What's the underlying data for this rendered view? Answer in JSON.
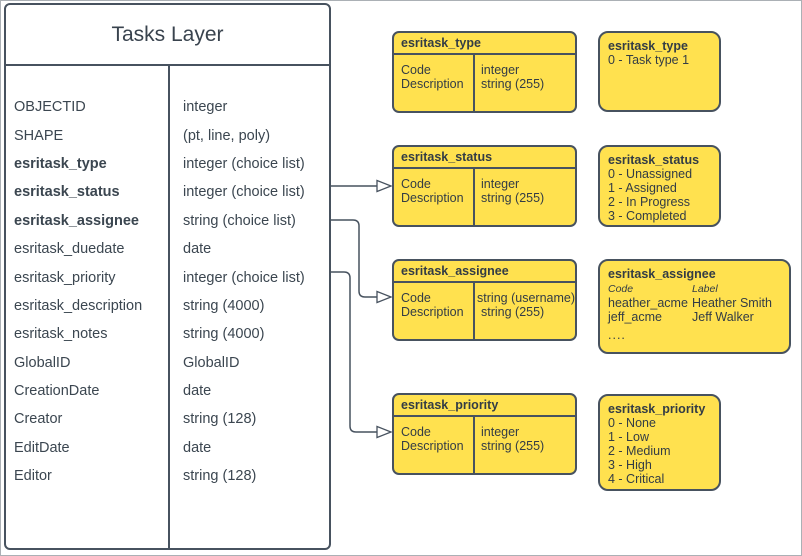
{
  "colors": {
    "accent_yellow": "#ffe14f",
    "line": "#47525f",
    "text": "#3b4650"
  },
  "tasks_layer": {
    "title": "Tasks Layer",
    "fields": [
      {
        "name": "OBJECTID",
        "type": "integer",
        "cls": ""
      },
      {
        "name": "SHAPE",
        "type": "(pt, line, poly)",
        "cls": ""
      },
      {
        "name": "esritask_type",
        "type": "integer (choice list)",
        "cls": "bold"
      },
      {
        "name": "esritask_status",
        "type": "integer (choice list)",
        "cls": "bold"
      },
      {
        "name": "esritask_assignee",
        "type": "string (choice list)",
        "cls": "bold"
      },
      {
        "name": "esritask_duedate",
        "type": "date",
        "cls": ""
      },
      {
        "name": "esritask_priority",
        "type": "integer (choice list)",
        "cls": ""
      },
      {
        "name": "esritask_description",
        "type": "string (4000)",
        "cls": ""
      },
      {
        "name": "esritask_notes",
        "type": "string (4000)",
        "cls": ""
      },
      {
        "name": "GlobalID",
        "type": "GlobalID",
        "cls": ""
      },
      {
        "name": "CreationDate",
        "type": "date",
        "cls": ""
      },
      {
        "name": "Creator",
        "type": "string (128)",
        "cls": ""
      },
      {
        "name": "EditDate",
        "type": "date",
        "cls": ""
      },
      {
        "name": "Editor",
        "type": "string (128)",
        "cls": ""
      }
    ]
  },
  "domain_tables": [
    {
      "title": "esritask_type",
      "rows": [
        {
          "field": "Code",
          "type": "integer"
        },
        {
          "field": "Description",
          "type": "string (255)"
        }
      ]
    },
    {
      "title": "esritask_status",
      "rows": [
        {
          "field": "Code",
          "type": "integer"
        },
        {
          "field": "Description",
          "type": "string (255)"
        }
      ]
    },
    {
      "title": "esritask_assignee",
      "rows": [
        {
          "field": "Code",
          "type": "string (username)"
        },
        {
          "field": "Description",
          "type": "string (255)"
        }
      ]
    },
    {
      "title": "esritask_priority",
      "rows": [
        {
          "field": "Code",
          "type": "integer"
        },
        {
          "field": "Description",
          "type": "string (255)"
        }
      ]
    }
  ],
  "value_lists": {
    "type": {
      "title": "esritask_type",
      "values": [
        "0 - Task type 1"
      ]
    },
    "status": {
      "title": "esritask_status",
      "values": [
        "0 - Unassigned",
        "1 - Assigned",
        "2 - In Progress",
        "3 - Completed"
      ]
    },
    "assignee": {
      "title": "esritask_assignee",
      "columns": [
        "Code",
        "Label"
      ],
      "rows": [
        {
          "code": "heather_acme",
          "label": "Heather Smith"
        },
        {
          "code": "jeff_acme",
          "label": "Jeff Walker"
        }
      ],
      "more": "...."
    },
    "priority": {
      "title": "esritask_priority",
      "values": [
        "0 - None",
        "1 - Low",
        "2 - Medium",
        "3 - High",
        "4 - Critical"
      ]
    }
  }
}
